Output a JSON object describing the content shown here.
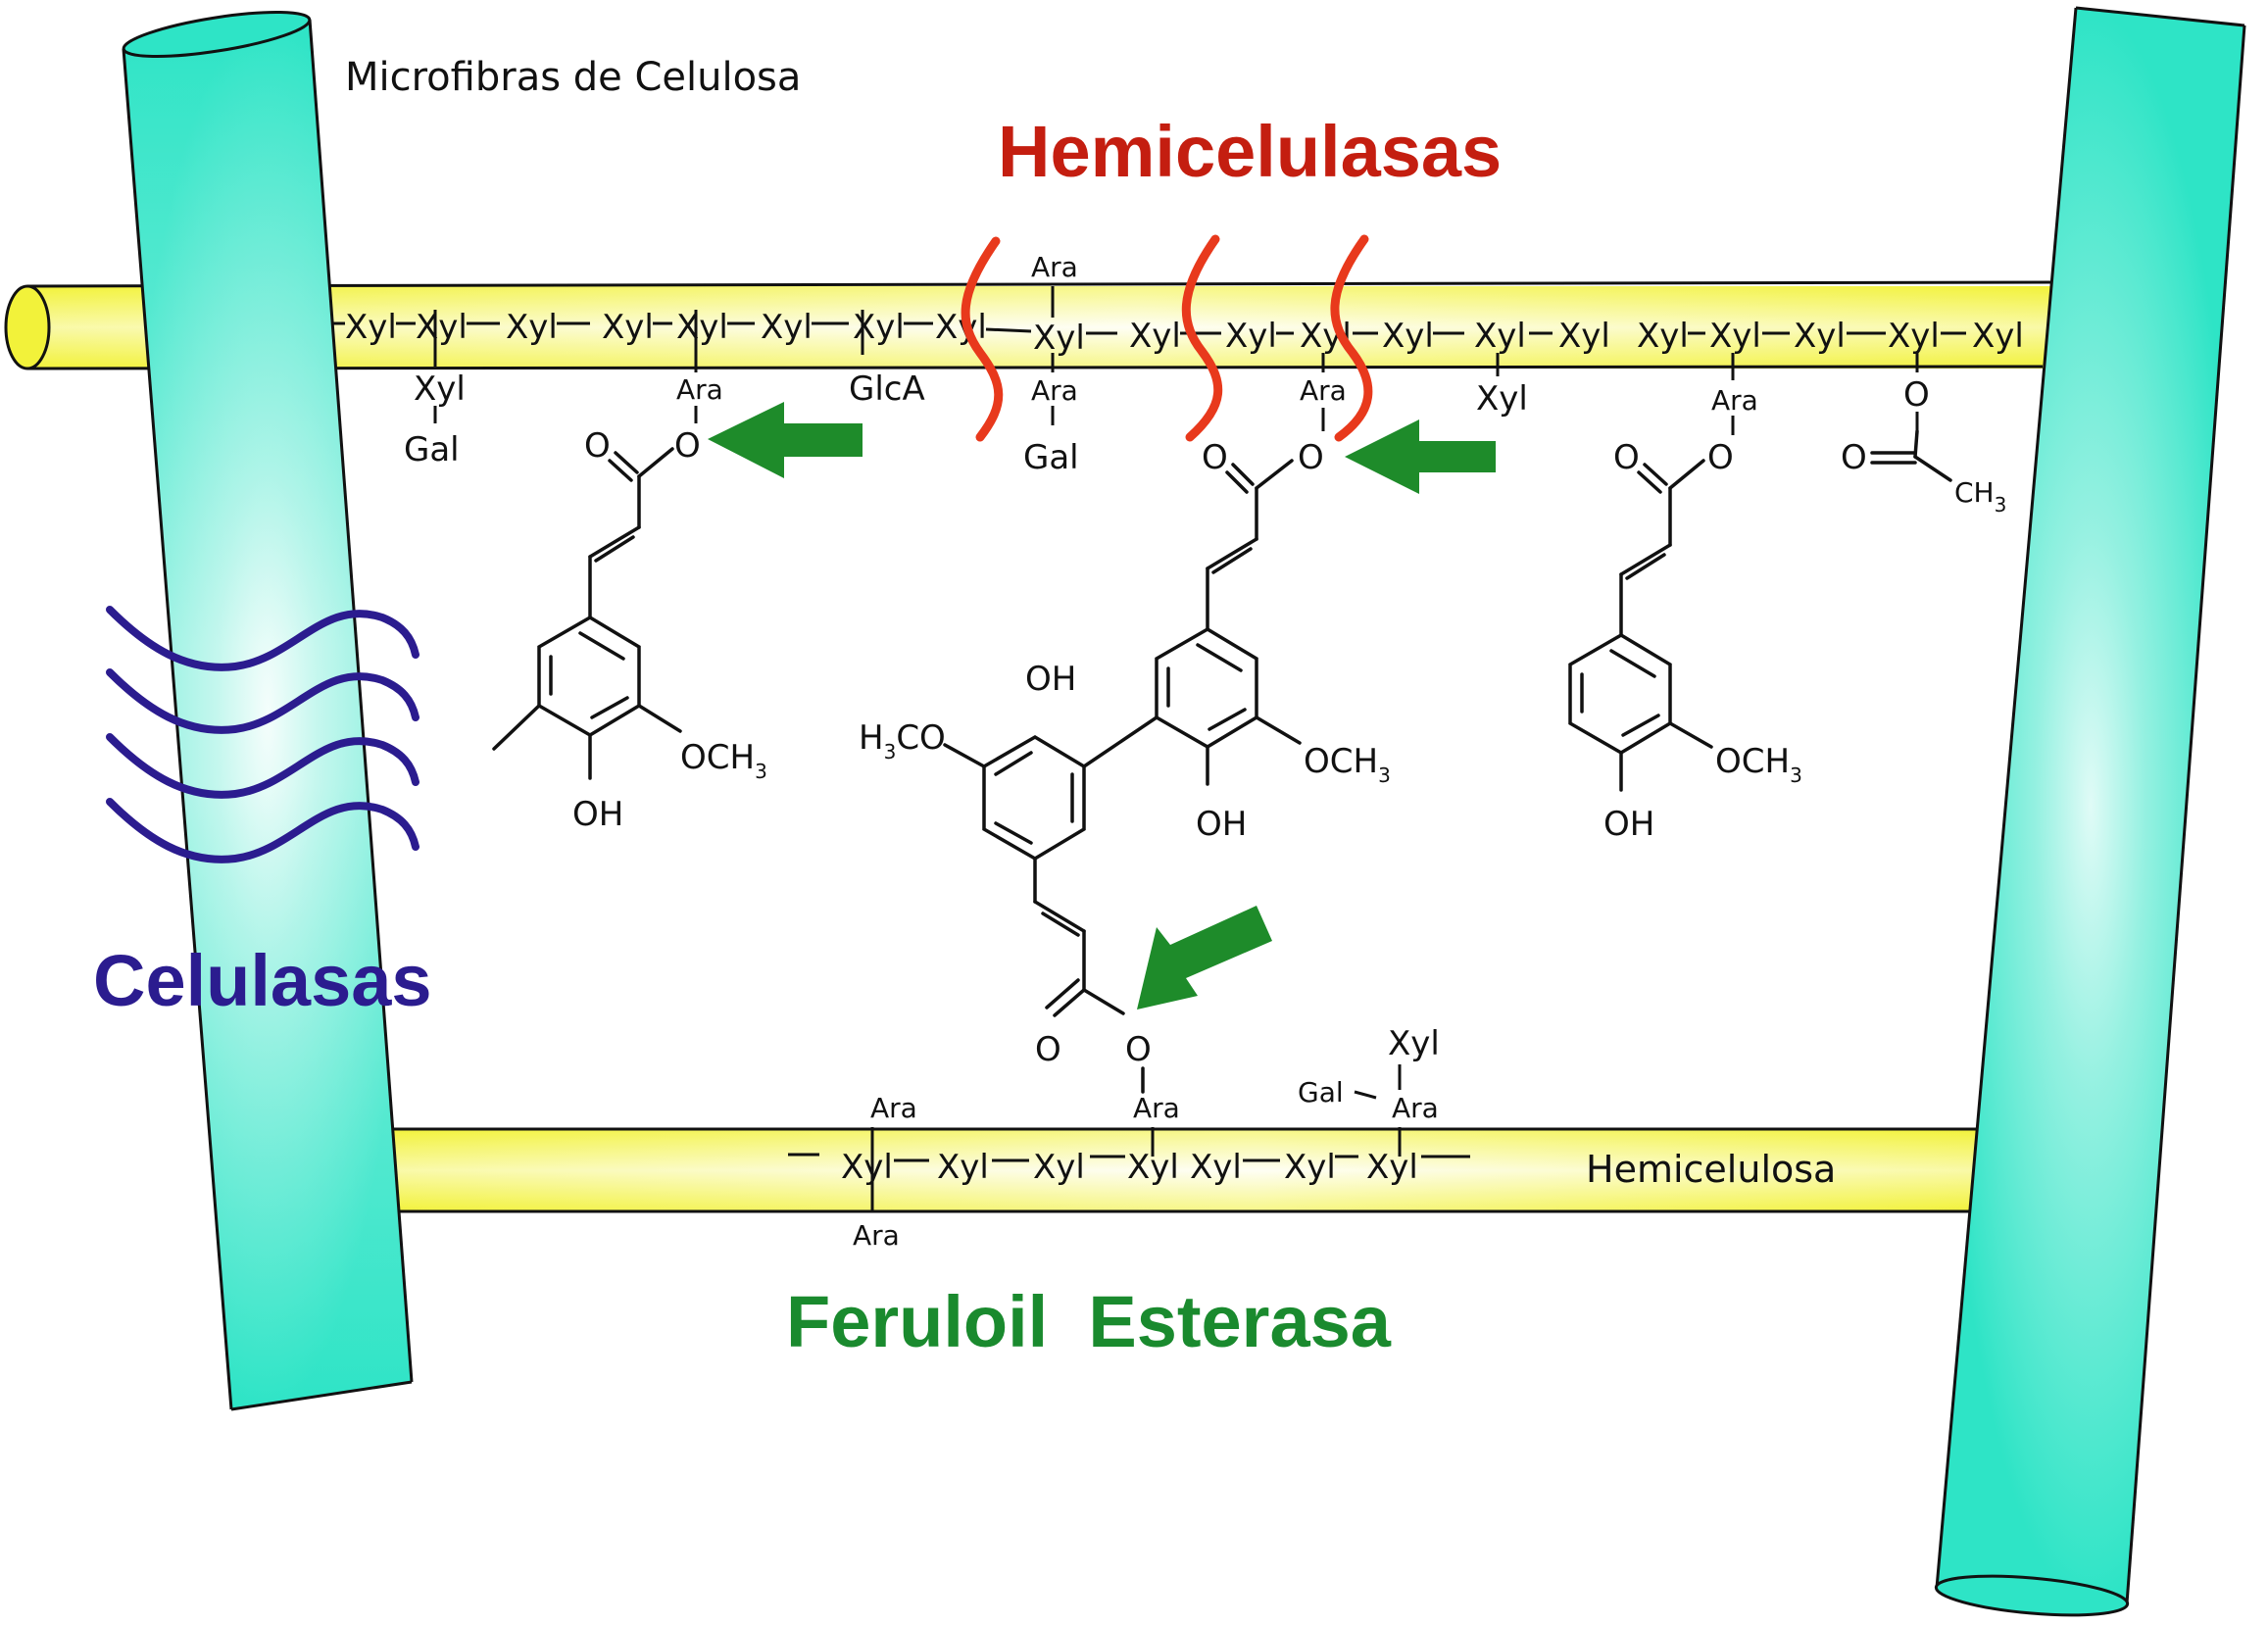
{
  "labels": {
    "microfibras": "Microfibras de Celulosa",
    "hemicelulasas": "Hemicelulasas",
    "celulasas": "Celulasas",
    "feruloil": "Feruloil  Esterasa",
    "hemicelulosa": "Hemicelulosa"
  },
  "colors": {
    "hemicelulasas": "#c41e10",
    "celulasas": "#2b1c8f",
    "feruloil": "#1a8a2e",
    "cut_marks": "#e8391c",
    "waves": "#2b1c8f",
    "arrows": "#1e8b2a",
    "cellulose": "#2ee4c6",
    "hemicellulose": "#f2f23a"
  },
  "sugars": {
    "xyl": "Xyl",
    "ara": "Ara",
    "gal": "Gal",
    "glca": "GlcA"
  },
  "chem": {
    "o": "O",
    "oh": "OH",
    "och": "OCH",
    "ch": "CH",
    "h": "H",
    "co": "CO",
    "three": "3"
  }
}
